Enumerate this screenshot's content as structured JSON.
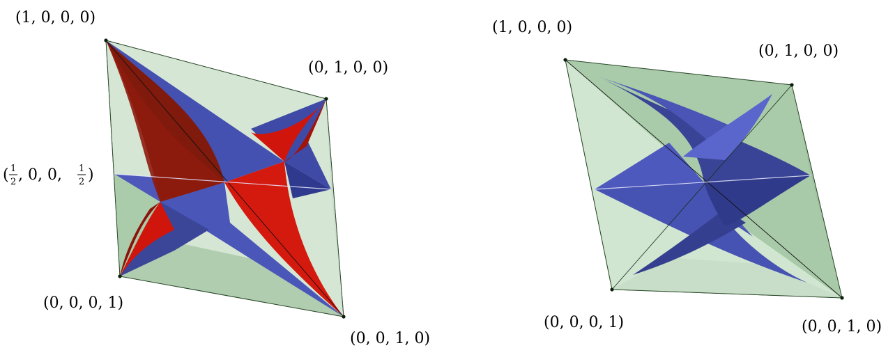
{
  "left_figure": {
    "vertex_labels": {
      "v1000": "(1, 0, 0, 0)",
      "v0100": "(0, 1, 0, 0)",
      "v0001": "(0, 0, 0, 1)",
      "v0010": "(0, 0, 1, 0)"
    },
    "midpoint_label": {
      "open": "(",
      "num1": "1",
      "den1": "2",
      "middle": ", 0, 0, ",
      "num2": "1",
      "den2": "2",
      "close": ")"
    }
  },
  "right_figure": {
    "vertex_labels": {
      "v1000": "(1, 0, 0, 0)",
      "v0100": "(0, 1, 0, 0)",
      "v0001": "(0, 0, 0, 1)",
      "v0010": "(0, 0, 1, 0)"
    }
  },
  "colors": {
    "tetra_light": "#d6ead6",
    "tetra_mid": "#b9d7b9",
    "tetra_dark": "#9cc29c",
    "surface_blue": "#4a56b4",
    "surface_blue_dark": "#2f3b8e",
    "surface_red": "#d01a10",
    "surface_red_dark": "#7a1408"
  }
}
